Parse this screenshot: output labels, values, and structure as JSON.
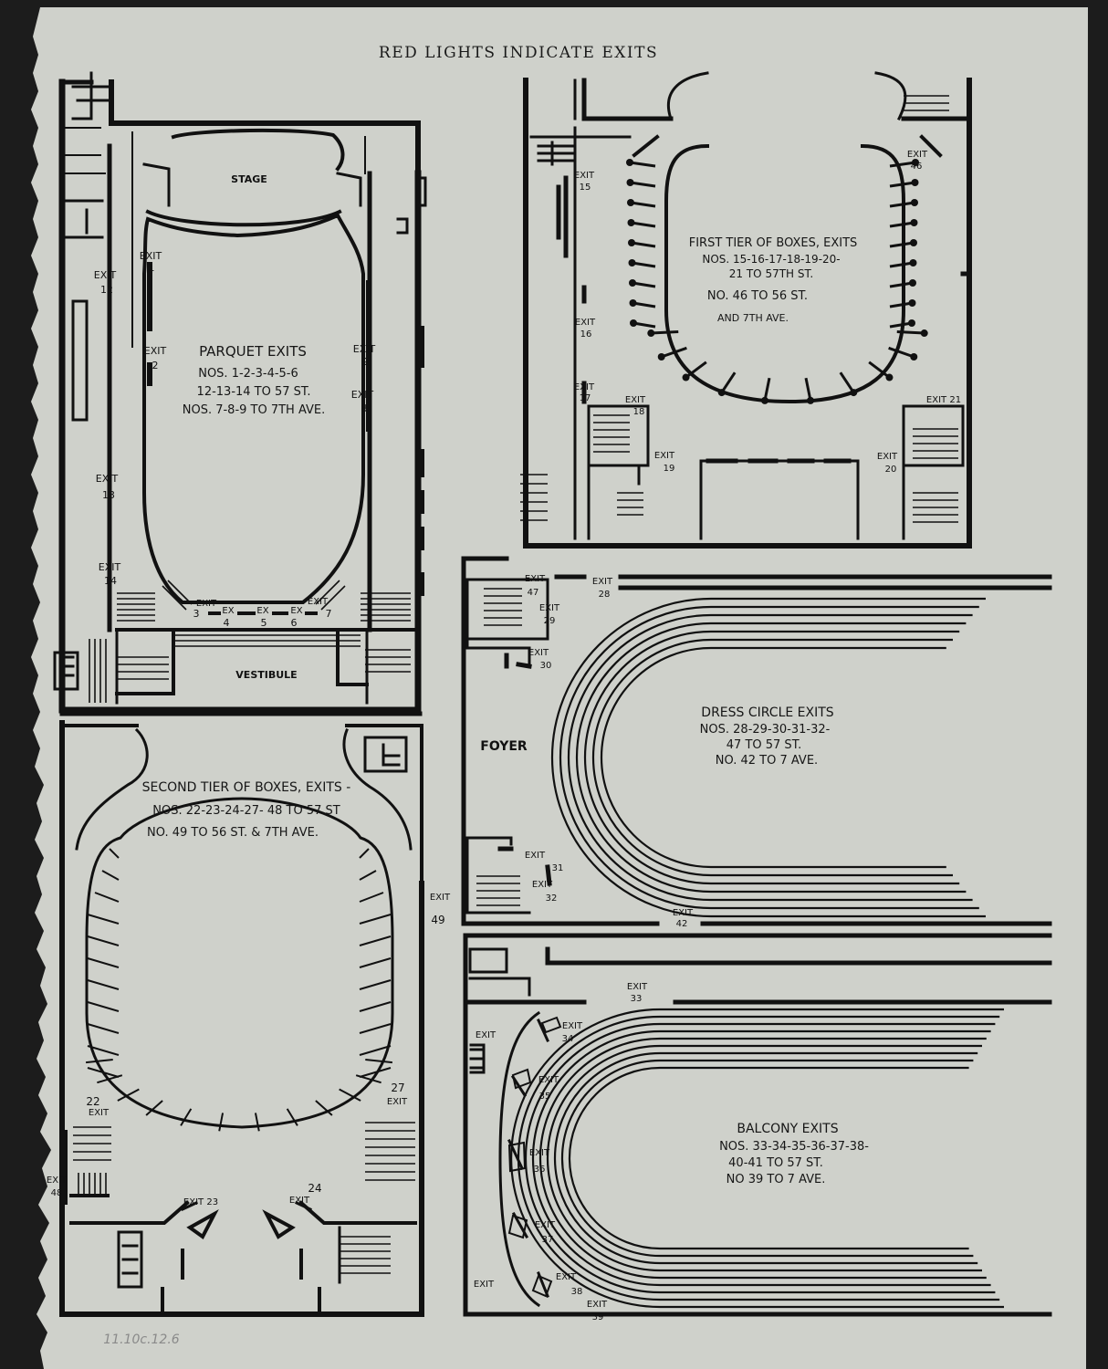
{
  "header": "RED LIGHTS INDICATE EXITS",
  "parquet": {
    "stage": "STAGE",
    "vestibule": "VESTIBULE",
    "title": "PARQUET EXITS",
    "line1": "NOS. 1-2-3-4-5-6",
    "line2": "12-13-14 TO 57 ST.",
    "line3": "NOS. 7-8-9 TO 7TH AVE."
  },
  "first_tier": {
    "title": "FIRST TIER OF BOXES, EXITS",
    "line1": "NOS. 15-16-17-18-19-20-",
    "line2": "21 TO 57TH ST.",
    "line3": "NO. 46 TO 56 ST.",
    "line4": "AND 7TH AVE."
  },
  "second_tier": {
    "title": "SECOND TIER OF BOXES, EXITS -",
    "line1": "NOS. 22-23-24-27- 48 TO 57 ST",
    "line2": "NO. 49 TO 56 ST. & 7TH AVE."
  },
  "dress_circle": {
    "foyer": "FOYER",
    "title": "DRESS CIRCLE EXITS",
    "line1": "NOS. 28-29-30-31-32-",
    "line2": "47 TO 57 ST.",
    "line3": "NO. 42 TO 7 AVE."
  },
  "balcony": {
    "title": "BALCONY EXITS",
    "line1": "NOS. 33-34-35-36-37-38-",
    "line2": "40-41 TO 57 ST.",
    "line3": "NO 39 TO 7 AVE."
  },
  "exit_word": "EXIT",
  "exit_short": "EX",
  "exit_labels": {
    "e1": "1",
    "e2": "2",
    "e3": "3",
    "e4": "4",
    "e5": "5",
    "e6": "6",
    "e7": "7",
    "e8": "8",
    "e9": "9",
    "e12": "12",
    "e13": "13",
    "e14": "14",
    "e15": "15",
    "e16": "16",
    "e17": "17",
    "e18": "18",
    "e19": "19",
    "e20": "20",
    "e21": "EXIT 21",
    "e46": "46",
    "e22": "22",
    "e23": "EXIT 23",
    "e24": "24",
    "e27": "27",
    "e48": "48",
    "e49": "49",
    "e28": "28",
    "e29": "29",
    "e30": "30",
    "e31": "31",
    "e32": "32",
    "e42": "42",
    "e47": "47",
    "e33": "33",
    "e34": "34",
    "e35": "35",
    "e36": "36",
    "e37": "37",
    "e38": "38",
    "e39": "39"
  },
  "pencil_note": "11.10c.12.6",
  "colors": {
    "paper": "#cfd1cb",
    "ink": "#111111",
    "backdrop": "#1c1c1c"
  }
}
